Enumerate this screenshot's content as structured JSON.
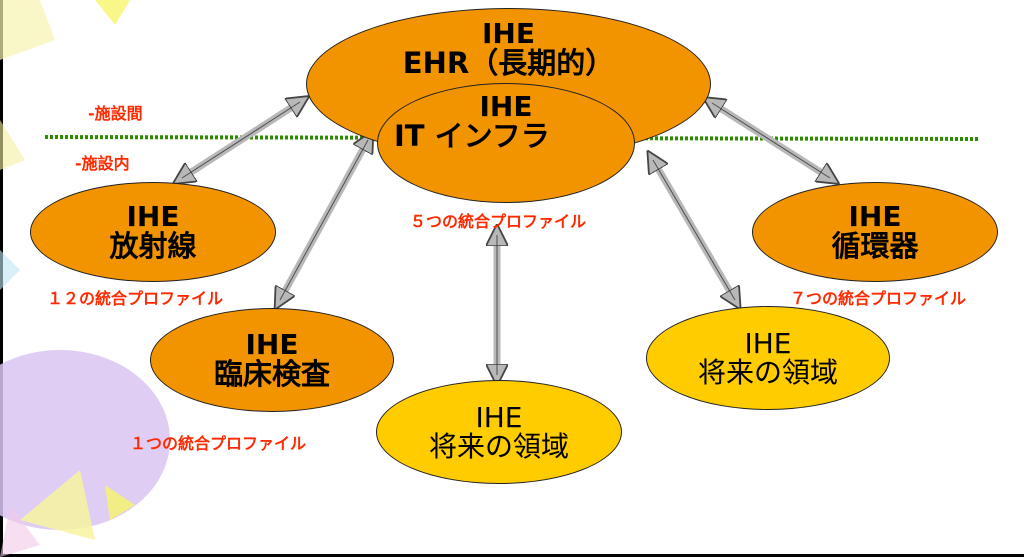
{
  "zones": {
    "between": "-施設間",
    "within": "-施設内"
  },
  "ehr": {
    "line1": "IHE",
    "line2": "EHR（長期的）"
  },
  "it": {
    "line1": "IHE",
    "line2": "IT インフラ",
    "profiles": "５つの統合プロファイル"
  },
  "radiology": {
    "line1": "IHE",
    "line2": "放射線",
    "profiles": "１２の統合プロファイル"
  },
  "lab": {
    "line1": "IHE",
    "line2": "臨床検査",
    "profiles": "１つの統合プロファイル"
  },
  "cardio": {
    "line1": "IHE",
    "line2": "循環器",
    "profiles": "７つの統合プロファイル"
  },
  "future_center": {
    "line1": "IHE",
    "line2": "将来の領域"
  },
  "future_right": {
    "line1": "IHE",
    "line2": "将来の領域"
  },
  "colors": {
    "orange": "#f29400",
    "yellow": "#ffcc00",
    "label_red": "#ff2a00",
    "divider_green": "#2e8b00",
    "arrow": "#b8b8b8"
  }
}
